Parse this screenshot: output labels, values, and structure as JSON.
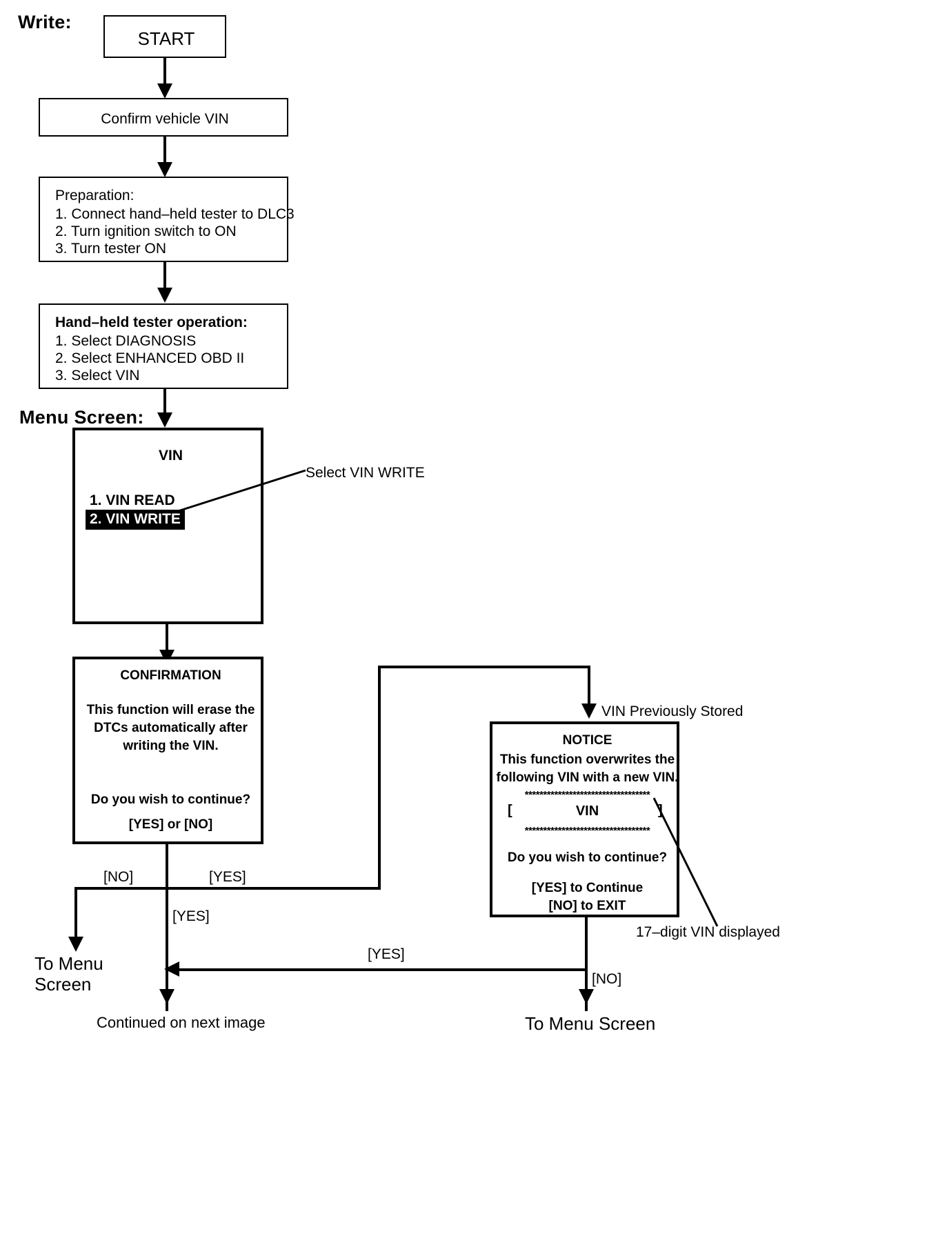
{
  "labels": {
    "write_heading": "Write:",
    "menu_screen_heading": "Menu Screen:",
    "select_vin_write_callout": "Select VIN WRITE",
    "vin_previously_stored_callout": "VIN Previously Stored",
    "seventeen_digit_callout": "17–digit VIN displayed",
    "to_menu_screen_left_line1": "To Menu",
    "to_menu_screen_left_line2": "Screen",
    "to_menu_screen_right": "To Menu Screen",
    "continued_next_image": "Continued on next image"
  },
  "nodes": {
    "start": {
      "text": "START"
    },
    "confirm_vin": {
      "text": "Confirm vehicle VIN"
    },
    "preparation": {
      "title": "Preparation:",
      "steps": [
        "1. Connect hand–held tester to DLC3",
        "2. Turn ignition switch to ON",
        "3. Turn tester ON"
      ]
    },
    "tester_operation": {
      "title": "Hand–held tester operation:",
      "steps": [
        "1. Select DIAGNOSIS",
        "2. Select ENHANCED OBD II",
        "3. Select VIN"
      ]
    },
    "vin_menu": {
      "title": "VIN",
      "items": [
        {
          "label": "1. VIN READ",
          "selected": false
        },
        {
          "label": "2. VIN WRITE",
          "selected": true
        }
      ]
    },
    "confirmation": {
      "title": "CONFIRMATION",
      "body_line1": "This function will erase the",
      "body_line2": "DTCs automatically after",
      "body_line3": "writing the VIN.",
      "question": "Do you wish to continue?",
      "options": "[YES] or [NO]"
    },
    "notice": {
      "title": "NOTICE",
      "body_line1": "This function overwrites the",
      "body_line2": "following VIN with a new VIN.",
      "separator": "**********************************",
      "vin_open_bracket": "[",
      "vin_value": "VIN",
      "vin_close_bracket": "]",
      "question": "Do you wish to continue?",
      "option_yes": "[YES] to Continue",
      "option_no": "[NO] to EXIT"
    }
  },
  "edges": {
    "confirmation_no": "[NO]",
    "confirmation_yes_top": "[YES]",
    "confirmation_yes_down": "[YES]",
    "notice_yes": "[YES]",
    "notice_no": "[NO]"
  },
  "colors": {
    "stroke": "#000000",
    "background": "#ffffff",
    "highlight_bg": "#000000",
    "highlight_fg": "#ffffff"
  }
}
